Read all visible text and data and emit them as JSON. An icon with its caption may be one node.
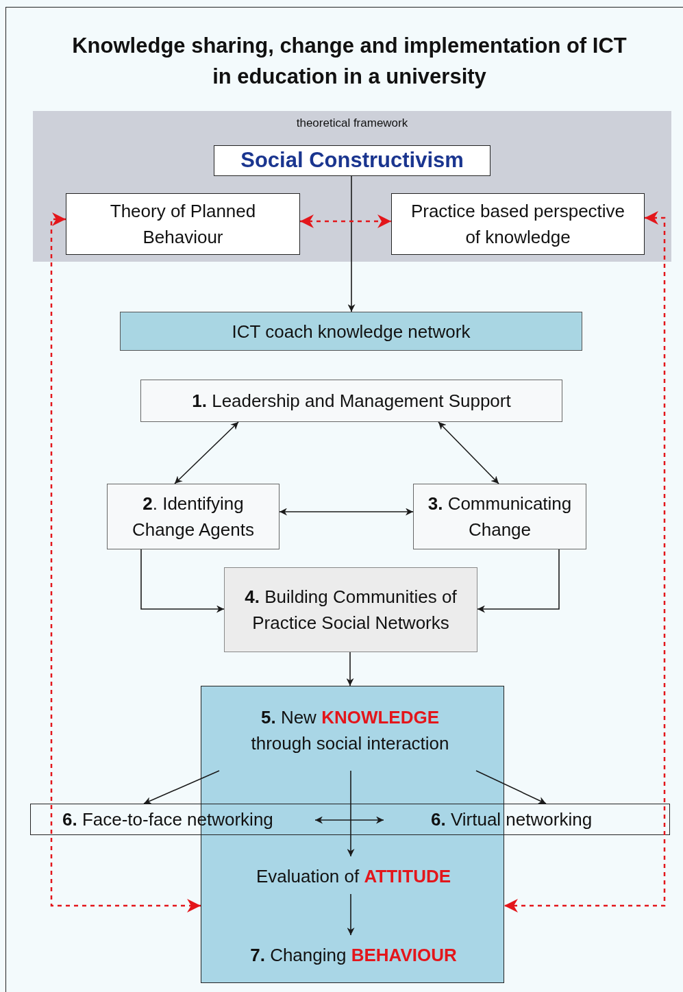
{
  "diagram": {
    "title": "Knowledge sharing, change and implementation of ICT in education in a university",
    "nodes": [
      {
        "text": [
          "theoretical framework"
        ]
      },
      {
        "text": [
          "Social Constructivism"
        ],
        "in": 0
      },
      {
        "text": [
          "Theory of Planned Behaviour"
        ],
        "in": 0
      },
      {
        "text": [
          "Practice based perspective of knowledge"
        ],
        "in": 0
      },
      {
        "text": [
          "ICT coach knowledge network"
        ]
      },
      {
        "text": [
          "**1.** Leadership and Management Support"
        ]
      },
      {
        "text": [
          "**2**. Identifying Change Agents"
        ]
      },
      {
        "text": [
          "**3.** Communicating Change"
        ]
      },
      {
        "text": [
          "**4.** Building Communities of Practice Social Networks"
        ]
      },
      {
        "text": [],
        "shape": "box"
      },
      {
        "text": [
          "**5.** New **KNOWLEDGE** through social interaction"
        ],
        "in": 9
      },
      {
        "text": [],
        "shape": "box"
      },
      {
        "text": [
          "**6.** Face-to-face networking"
        ],
        "in": 11
      },
      {
        "text": [
          "**6.** Virtual networking"
        ],
        "in": 11
      },
      {
        "text": [
          "Evaluation of **ATTITUDE**"
        ],
        "in": 9
      },
      {
        "text": [
          "**7.** Changing **BEHAVIOUR**"
        ],
        "in": 9
      }
    ],
    "edges": [
      {
        "from": 1,
        "to": 4,
        "arrow": "to"
      },
      {
        "from": 2,
        "to": 3,
        "arrow": "both",
        "style": "dashed",
        "color": "#e3161b"
      },
      {
        "from": 2,
        "to": 9,
        "arrow": "both",
        "style": "dashed",
        "color": "#e3161b"
      },
      {
        "from": 3,
        "to": 9,
        "arrow": "both",
        "style": "dashed",
        "color": "#e3161b"
      },
      {
        "from": 5,
        "to": 6,
        "arrow": "both"
      },
      {
        "from": 5,
        "to": 7,
        "arrow": "both"
      },
      {
        "from": 6,
        "to": 7,
        "arrow": "both"
      },
      {
        "from": 6,
        "to": 8,
        "arrow": "to"
      },
      {
        "from": 7,
        "to": 8,
        "arrow": "to"
      },
      {
        "from": 8,
        "to": 9,
        "arrow": "to"
      },
      {
        "from": 10,
        "to": 12,
        "arrow": "to"
      },
      {
        "from": 10,
        "to": 13,
        "arrow": "to"
      },
      {
        "from": 12,
        "to": 13,
        "arrow": "both"
      },
      {
        "from": 10,
        "to": 14,
        "arrow": "to"
      },
      {
        "from": 14,
        "to": 15,
        "arrow": "to"
      }
    ]
  }
}
